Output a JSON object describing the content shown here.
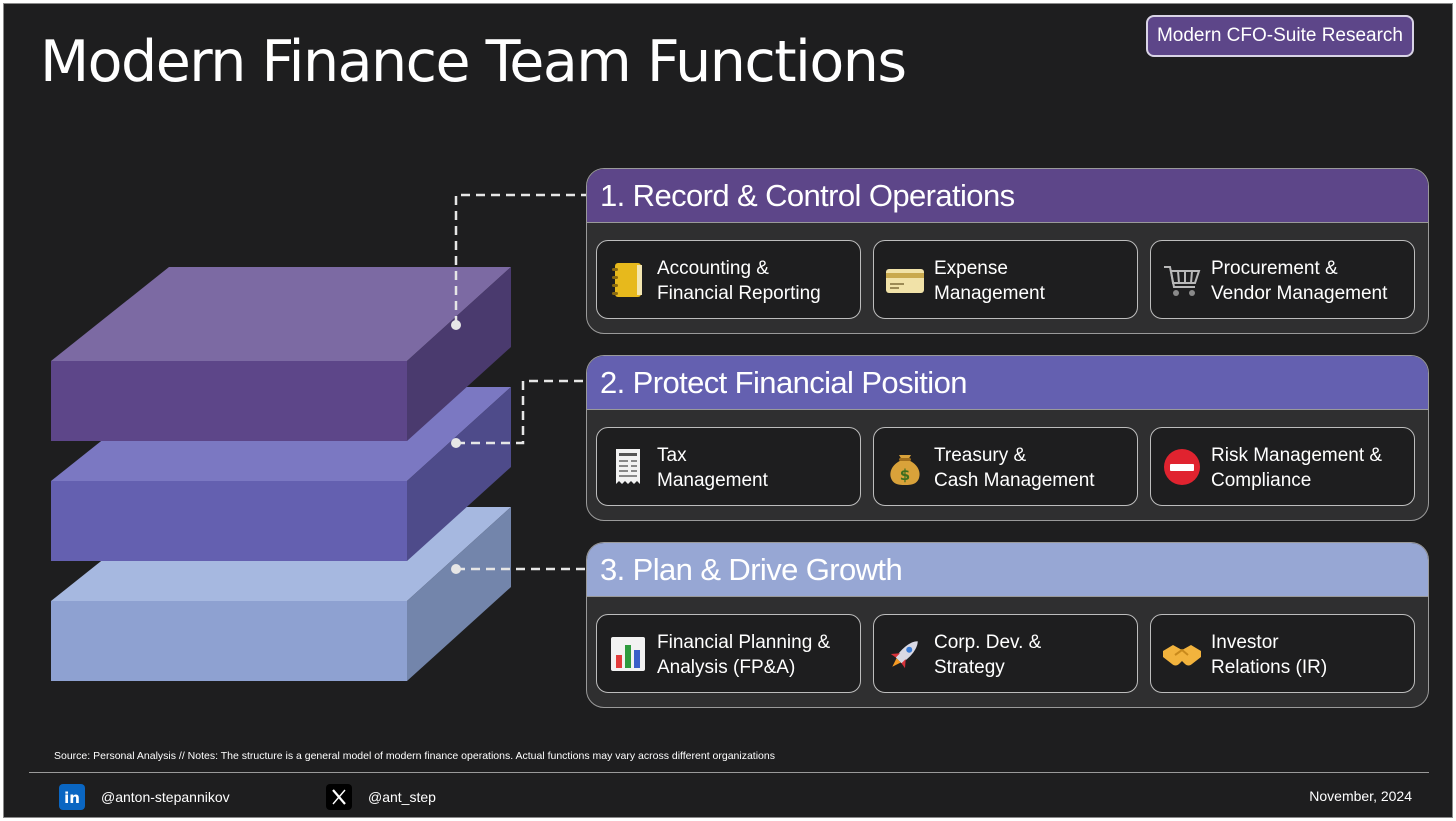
{
  "title": "Modern Finance Team Functions",
  "badge": "Modern CFO-Suite Research",
  "colors": {
    "background": "#1e1e1f",
    "layer_top": "#5d4689",
    "layer_middle": "#6460b0",
    "layer_bottom": "#9aaed8"
  },
  "sections": [
    {
      "heading": "1. Record & Control Operations",
      "color": "#5d4689",
      "items": [
        {
          "line1": "Accounting &",
          "line2": "Financial Reporting",
          "icon": "ledger-icon"
        },
        {
          "line1": "Expense",
          "line2": "Management",
          "icon": "credit-card-icon"
        },
        {
          "line1": "Procurement &",
          "line2": "Vendor Management",
          "icon": "shopping-cart-icon"
        }
      ]
    },
    {
      "heading": "2. Protect Financial Position",
      "color": "#6460b0",
      "items": [
        {
          "line1": "Tax",
          "line2": "Management",
          "icon": "receipt-icon"
        },
        {
          "line1": "Treasury &",
          "line2": "Cash Management",
          "icon": "money-bag-icon"
        },
        {
          "line1": "Risk Management &",
          "line2": "Compliance",
          "icon": "no-entry-icon"
        }
      ]
    },
    {
      "heading": "3. Plan & Drive Growth",
      "color": "#97a7d4",
      "items": [
        {
          "line1": "Financial Planning &",
          "line2": "Analysis (FP&A)",
          "icon": "bar-chart-icon"
        },
        {
          "line1": "Corp. Dev. &",
          "line2": "Strategy",
          "icon": "rocket-icon"
        },
        {
          "line1": "Investor",
          "line2": "Relations (IR)",
          "icon": "handshake-icon"
        }
      ]
    }
  ],
  "source_note": "Source: Personal Analysis // Notes: The structure is a general model of modern finance operations. Actual functions may vary across different organizations",
  "footer": {
    "linkedin": "@anton-stepannikov",
    "x_handle": "@ant_step",
    "date": "November, 2024"
  }
}
